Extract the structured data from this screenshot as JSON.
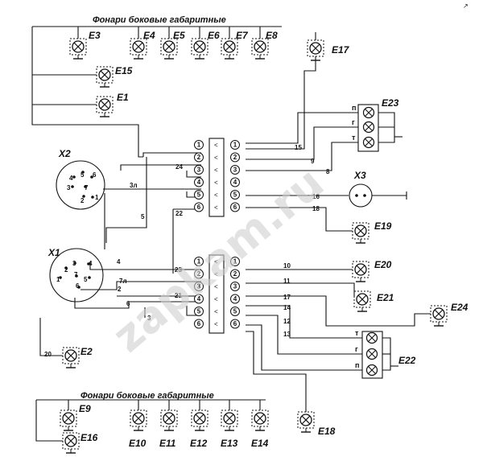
{
  "titles": {
    "top": "Фонари боковые габаритные",
    "bottom": "Фонари боковые габаритные"
  },
  "corner_mark": "↗",
  "lamps": [
    "E1",
    "E2",
    "E3",
    "E4",
    "E5",
    "E6",
    "E7",
    "E8",
    "E9",
    "E10",
    "E11",
    "E12",
    "E13",
    "E14",
    "E15",
    "E16",
    "E17",
    "E18",
    "E19",
    "E20",
    "E21",
    "E24"
  ],
  "connectors": {
    "x1": "X1",
    "x2": "X2",
    "x3": "X3",
    "x1_pins": [
      "1",
      "2",
      "3",
      "4",
      "5",
      "6",
      "7"
    ],
    "x2_pins": [
      "1",
      "2",
      "3",
      "4",
      "5",
      "6",
      "7"
    ]
  },
  "rear_lamps": {
    "e22": "E22",
    "e23": "E23",
    "e23_sections": [
      "п",
      "г",
      "т"
    ],
    "e22_sections": [
      "т",
      "г",
      "п"
    ]
  },
  "terminal_blocks": {
    "upper": [
      "1",
      "2",
      "3",
      "4",
      "5",
      "6"
    ],
    "lower": [
      "1",
      "2",
      "3",
      "4",
      "5",
      "6"
    ]
  },
  "wire_numbers": [
    "15",
    "9",
    "24",
    "8",
    "16",
    "22",
    "18",
    "5",
    "10",
    "11",
    "17",
    "14",
    "12",
    "13",
    "23",
    "21",
    "3",
    "4",
    "7л",
    "2",
    "6",
    "20",
    "3л"
  ],
  "watermark": "zapkam.ru"
}
